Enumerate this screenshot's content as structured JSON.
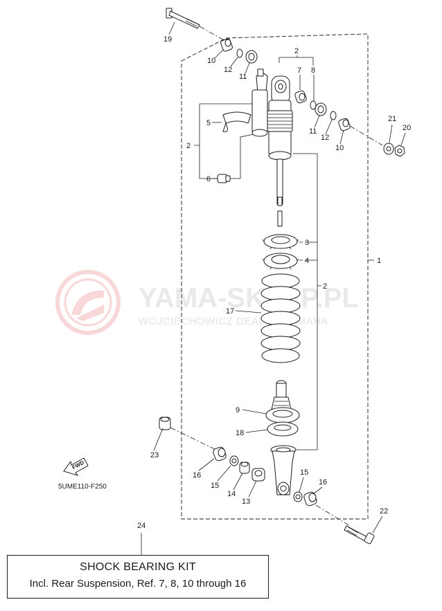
{
  "watermark": {
    "brand": "YAMA-SKLEP.PL",
    "dealer": "WOJCIECHOWICZ DEALER YAMAHA"
  },
  "diagram_code": "5UME110-F250",
  "fwd_label": "FWD",
  "callouts": {
    "c19": "19",
    "c10a": "10",
    "c12a": "12",
    "c11a": "11",
    "c2top": "2",
    "c7": "7",
    "c8": "8",
    "c11b": "11",
    "c12b": "12",
    "c10b": "10",
    "c21": "21",
    "c20": "20",
    "c5": "5",
    "c2left": "2",
    "c6": "6",
    "c3": "3",
    "c4": "4",
    "c1": "1",
    "c2right": "2",
    "c17": "17",
    "c9": "9",
    "c18": "18",
    "c23": "23",
    "c16a": "16",
    "c15a": "15",
    "c14": "14",
    "c13": "13",
    "c15b": "15",
    "c16b": "16",
    "c22": "22",
    "c24": "24"
  },
  "kit": {
    "title": "SHOCK BEARING KIT",
    "description": "Incl. Rear Suspension, Ref. 7, 8, 10 through 16"
  }
}
